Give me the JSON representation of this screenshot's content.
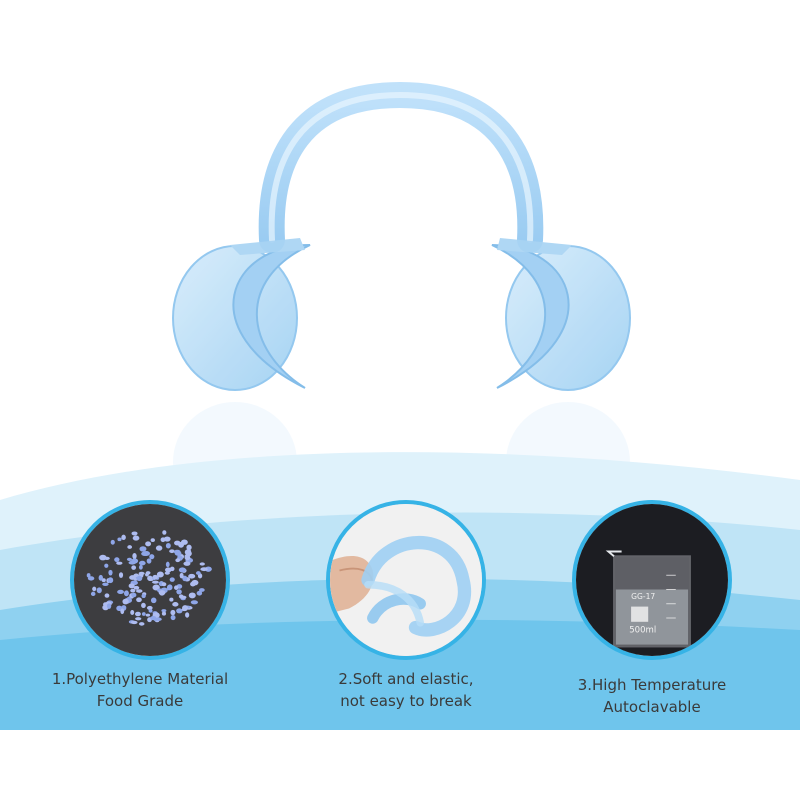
{
  "features": [
    {
      "line1": "1.Polyethylene Material",
      "line2": "Food Grade",
      "icon": "granules-photo"
    },
    {
      "line1": "2.Soft and elastic,",
      "line2": "not easy to break",
      "icon": "hand-squeezing-retractor-photo"
    },
    {
      "line1": "3.High Temperature",
      "line2": "Autoclavable",
      "icon": "beaker-photo"
    }
  ],
  "beaker_markings": {
    "brand": "GG-17",
    "volume": "500ml"
  },
  "colors": {
    "accent_blue": "#36b3e6",
    "wave_light": "#cfeaf7",
    "wave_mid": "#7cc9ee",
    "product_blue": "#a9d6f5"
  }
}
